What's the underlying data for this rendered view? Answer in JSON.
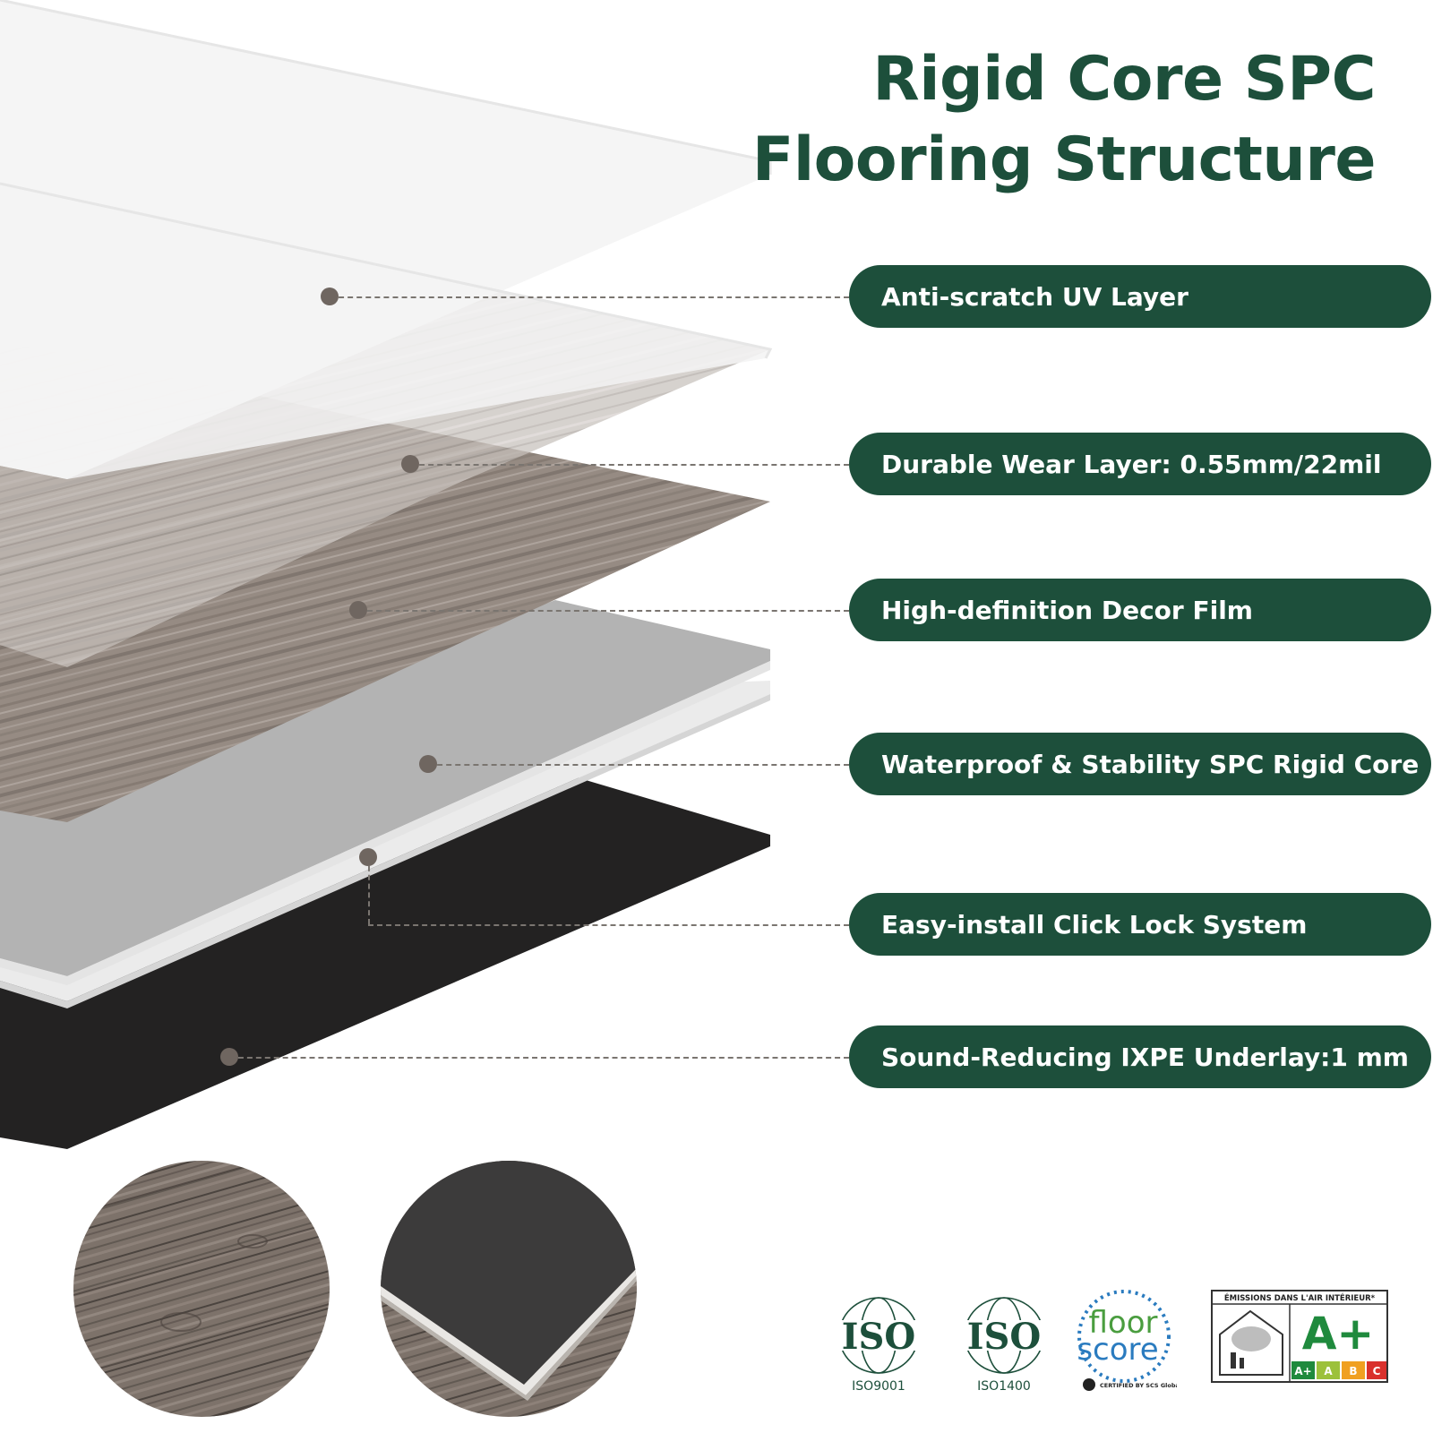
{
  "title": {
    "line1": "Rigid Core SPC",
    "line2": "Flooring Structure"
  },
  "layers": [
    {
      "label": "Anti-scratch UV Layer"
    },
    {
      "label": "Durable Wear Layer: 0.55mm/22mil"
    },
    {
      "label": "High-definition Decor Film"
    },
    {
      "label": "Waterproof & Stability SPC Rigid Core"
    },
    {
      "label": "Easy-install Click Lock System"
    },
    {
      "label": "Sound-Reducing IXPE Underlay:1 mm"
    }
  ],
  "certifications": [
    {
      "name": "ISO",
      "caption": "ISO9001"
    },
    {
      "name": "ISO",
      "caption": "ISO1400"
    },
    {
      "name": "floorscore",
      "line1": "floor",
      "line2": "score",
      "caption": "CERTIFIED BY SCS Global Services"
    },
    {
      "name": "emissions",
      "heading": "ÉMISSIONS DANS L'AIR INTÉRIEUR*",
      "rating": "A+",
      "scale": [
        "A+",
        "A",
        "B",
        "C"
      ]
    }
  ],
  "colors": {
    "brand_green": "#1d4f3b",
    "leader": "#7a7570",
    "dot": "#6f6660"
  }
}
